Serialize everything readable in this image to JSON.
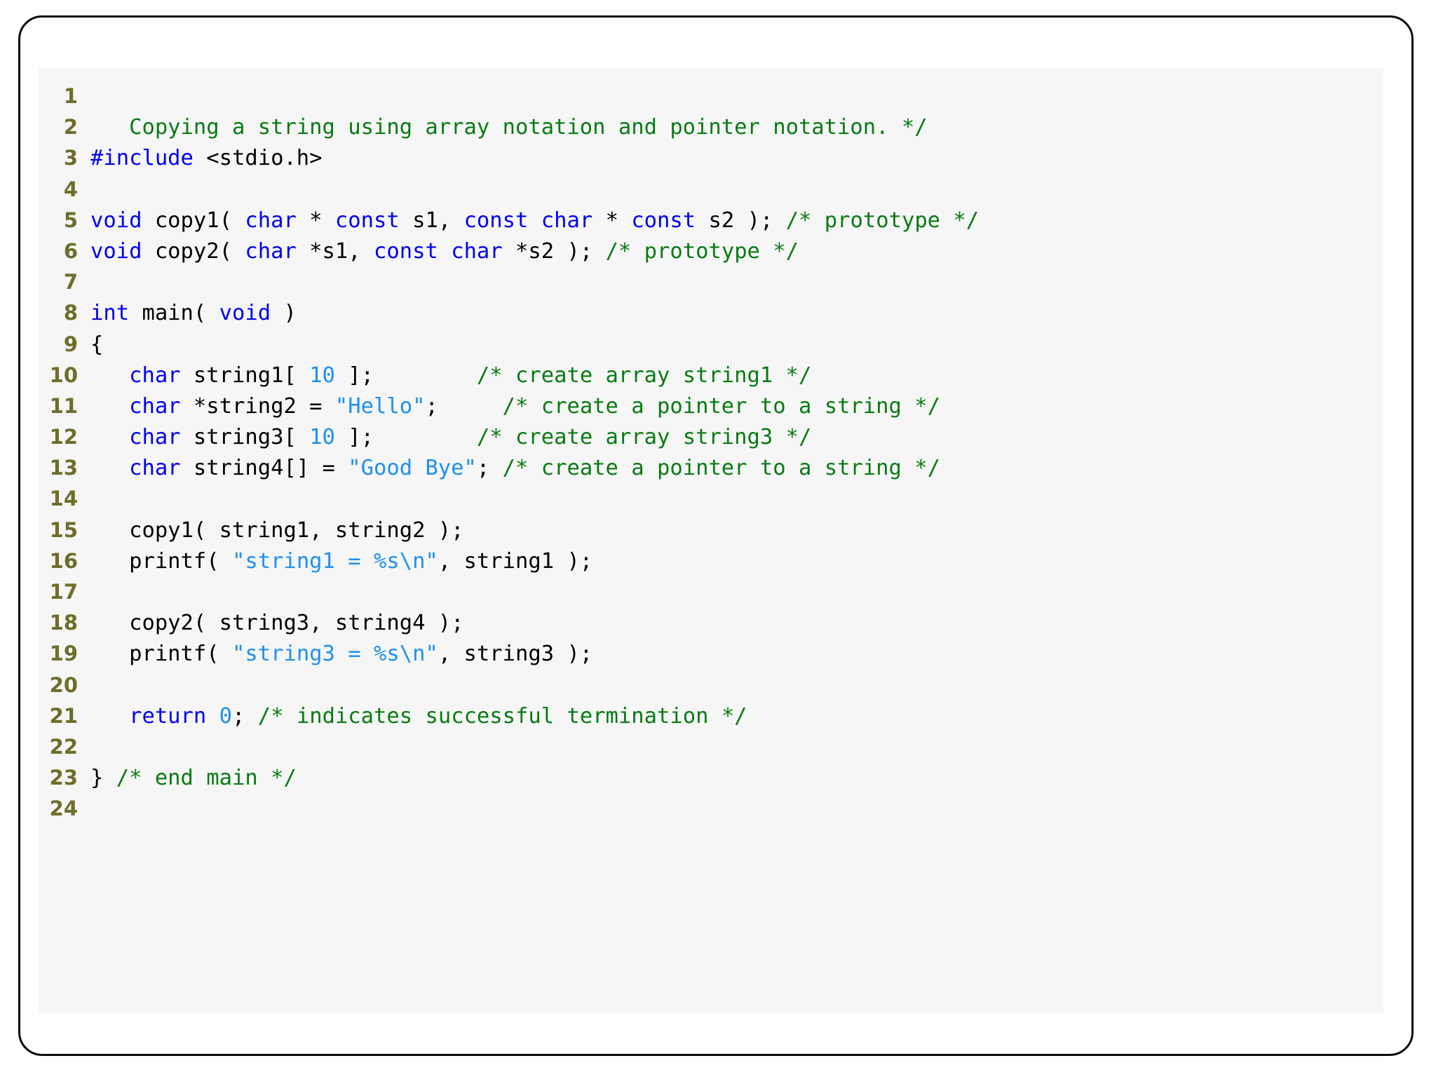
{
  "card": {
    "border_color": "#0b0b0b",
    "background": "#ffffff",
    "code_background": "#f5f6f5"
  },
  "theme": {
    "line_number_color": "#6e6e2a",
    "keyword_color": "#0000ee",
    "comment_color": "#0a7a14",
    "string_color": "#1e90f0",
    "number_color": "#1e90f0",
    "plain_color": "#000000"
  },
  "language": "C",
  "code": {
    "first_line_number": 1,
    "last_line_number": 24,
    "lines": [
      {
        "number": "1",
        "tokens": []
      },
      {
        "number": "2",
        "tokens": [
          {
            "t": "   Copying a string using array notation and pointer notation. */",
            "c": "tok-com"
          }
        ]
      },
      {
        "number": "3",
        "tokens": [
          {
            "t": "#include",
            "c": "tok-pre"
          },
          {
            "t": " <stdio.h>",
            "c": "tok-pln"
          }
        ]
      },
      {
        "number": "4",
        "tokens": []
      },
      {
        "number": "5",
        "tokens": [
          {
            "t": "void",
            "c": "tok-kw"
          },
          {
            "t": " copy1( ",
            "c": "tok-pln"
          },
          {
            "t": "char",
            "c": "tok-kw"
          },
          {
            "t": " * ",
            "c": "tok-pln"
          },
          {
            "t": "const",
            "c": "tok-kw"
          },
          {
            "t": " s1, ",
            "c": "tok-pln"
          },
          {
            "t": "const",
            "c": "tok-kw"
          },
          {
            "t": " ",
            "c": "tok-pln"
          },
          {
            "t": "char",
            "c": "tok-kw"
          },
          {
            "t": " * ",
            "c": "tok-pln"
          },
          {
            "t": "const",
            "c": "tok-kw"
          },
          {
            "t": " s2 ); ",
            "c": "tok-pln"
          },
          {
            "t": "/* prototype */",
            "c": "tok-com"
          }
        ]
      },
      {
        "number": "6",
        "tokens": [
          {
            "t": "void",
            "c": "tok-kw"
          },
          {
            "t": " copy2( ",
            "c": "tok-pln"
          },
          {
            "t": "char",
            "c": "tok-kw"
          },
          {
            "t": " *s1, ",
            "c": "tok-pln"
          },
          {
            "t": "const",
            "c": "tok-kw"
          },
          {
            "t": " ",
            "c": "tok-pln"
          },
          {
            "t": "char",
            "c": "tok-kw"
          },
          {
            "t": " *s2 ); ",
            "c": "tok-pln"
          },
          {
            "t": "/* prototype */",
            "c": "tok-com"
          }
        ]
      },
      {
        "number": "7",
        "tokens": []
      },
      {
        "number": "8",
        "tokens": [
          {
            "t": "int",
            "c": "tok-kw"
          },
          {
            "t": " main( ",
            "c": "tok-pln"
          },
          {
            "t": "void",
            "c": "tok-kw"
          },
          {
            "t": " )",
            "c": "tok-pln"
          }
        ]
      },
      {
        "number": "9",
        "tokens": [
          {
            "t": "{",
            "c": "tok-pln"
          }
        ]
      },
      {
        "number": "10",
        "tokens": [
          {
            "t": "   ",
            "c": "tok-pln"
          },
          {
            "t": "char",
            "c": "tok-kw"
          },
          {
            "t": " string1[ ",
            "c": "tok-pln"
          },
          {
            "t": "10",
            "c": "tok-num"
          },
          {
            "t": " ];        ",
            "c": "tok-pln"
          },
          {
            "t": "/* create array string1 */",
            "c": "tok-com"
          }
        ]
      },
      {
        "number": "11",
        "tokens": [
          {
            "t": "   ",
            "c": "tok-pln"
          },
          {
            "t": "char",
            "c": "tok-kw"
          },
          {
            "t": " *string2 = ",
            "c": "tok-pln"
          },
          {
            "t": "\"Hello\"",
            "c": "tok-str"
          },
          {
            "t": ";     ",
            "c": "tok-pln"
          },
          {
            "t": "/* create a pointer to a string */",
            "c": "tok-com"
          }
        ]
      },
      {
        "number": "12",
        "tokens": [
          {
            "t": "   ",
            "c": "tok-pln"
          },
          {
            "t": "char",
            "c": "tok-kw"
          },
          {
            "t": " string3[ ",
            "c": "tok-pln"
          },
          {
            "t": "10",
            "c": "tok-num"
          },
          {
            "t": " ];        ",
            "c": "tok-pln"
          },
          {
            "t": "/* create array string3 */",
            "c": "tok-com"
          }
        ]
      },
      {
        "number": "13",
        "tokens": [
          {
            "t": "   ",
            "c": "tok-pln"
          },
          {
            "t": "char",
            "c": "tok-kw"
          },
          {
            "t": " string4[] = ",
            "c": "tok-pln"
          },
          {
            "t": "\"Good Bye\"",
            "c": "tok-str"
          },
          {
            "t": "; ",
            "c": "tok-pln"
          },
          {
            "t": "/* create a pointer to a string */",
            "c": "tok-com"
          }
        ]
      },
      {
        "number": "14",
        "tokens": []
      },
      {
        "number": "15",
        "tokens": [
          {
            "t": "   copy1( string1, string2 );",
            "c": "tok-pln"
          }
        ]
      },
      {
        "number": "16",
        "tokens": [
          {
            "t": "   printf( ",
            "c": "tok-pln"
          },
          {
            "t": "\"string1 = %s\\n\"",
            "c": "tok-str"
          },
          {
            "t": ", string1 );",
            "c": "tok-pln"
          }
        ]
      },
      {
        "number": "17",
        "tokens": []
      },
      {
        "number": "18",
        "tokens": [
          {
            "t": "   copy2( string3, string4 );",
            "c": "tok-pln"
          }
        ]
      },
      {
        "number": "19",
        "tokens": [
          {
            "t": "   printf( ",
            "c": "tok-pln"
          },
          {
            "t": "\"string3 = %s\\n\"",
            "c": "tok-str"
          },
          {
            "t": ", string3 );",
            "c": "tok-pln"
          }
        ]
      },
      {
        "number": "20",
        "tokens": []
      },
      {
        "number": "21",
        "tokens": [
          {
            "t": "   ",
            "c": "tok-pln"
          },
          {
            "t": "return",
            "c": "tok-kw"
          },
          {
            "t": " ",
            "c": "tok-pln"
          },
          {
            "t": "0",
            "c": "tok-num"
          },
          {
            "t": "; ",
            "c": "tok-pln"
          },
          {
            "t": "/* indicates successful termination */",
            "c": "tok-com"
          }
        ]
      },
      {
        "number": "22",
        "tokens": []
      },
      {
        "number": "23",
        "tokens": [
          {
            "t": "} ",
            "c": "tok-pln"
          },
          {
            "t": "/* end main */",
            "c": "tok-com"
          }
        ]
      },
      {
        "number": "24",
        "tokens": []
      }
    ]
  }
}
